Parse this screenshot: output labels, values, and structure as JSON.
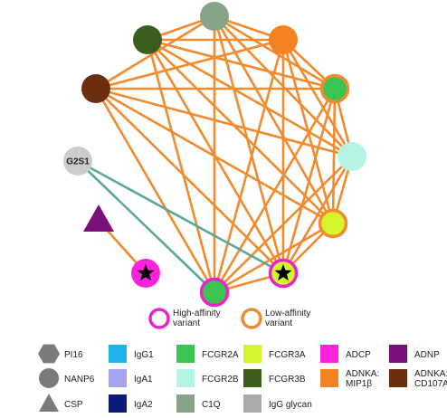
{
  "colors": {
    "edge_orange": "#f28a2e",
    "edge_teal": "#5aa79b",
    "high_affinity_ring": "#ee22cc",
    "low_affinity_ring": "#f28a2e",
    "shape_gray": "#7a7a7a"
  },
  "nodes": [
    {
      "id": "c1q",
      "type": "C1Q",
      "color": "#86a586"
    },
    {
      "id": "fcgr3b",
      "type": "FCGR3B",
      "color": "#3b5e1f"
    },
    {
      "id": "adnp_top",
      "type": "ADNKA: MIP1β",
      "color": "#f58220"
    },
    {
      "id": "adnka_cd107a",
      "type": "ADNKA: CD107A",
      "color": "#6b2e0f"
    },
    {
      "id": "fcgr2a_right",
      "type": "FCGR2A",
      "color": "#3cc452",
      "ring": "low"
    },
    {
      "id": "g2s1",
      "type": "IgG glycan",
      "color": "#cccccc",
      "label": "G2S1"
    },
    {
      "id": "fcgr2b",
      "type": "FCGR2B",
      "color": "#b6f5e6"
    },
    {
      "id": "adnp_tri",
      "type": "ADNP",
      "color": "#7a117a",
      "shape": "triangle"
    },
    {
      "id": "fcgr3a_right",
      "type": "FCGR3A",
      "color": "#d4f42e",
      "ring": "low"
    },
    {
      "id": "adcp_star",
      "type": "ADCP",
      "color": "#ff22dd",
      "star": true
    },
    {
      "id": "fcgr2a_bottom",
      "type": "FCGR2A",
      "color": "#3cc452",
      "ring": "high"
    },
    {
      "id": "fcgr3a_star",
      "type": "FCGR3A",
      "color": "#d4f42e",
      "ring": "high",
      "star": true
    }
  ],
  "edges_orange": [
    [
      "c1q",
      "fcgr3b"
    ],
    [
      "c1q",
      "adnp_top"
    ],
    [
      "c1q",
      "adnka_cd107a"
    ],
    [
      "c1q",
      "fcgr2a_right"
    ],
    [
      "c1q",
      "fcgr2b"
    ],
    [
      "c1q",
      "fcgr3a_right"
    ],
    [
      "c1q",
      "fcgr2a_bottom"
    ],
    [
      "c1q",
      "fcgr3a_star"
    ],
    [
      "fcgr3b",
      "adnp_top"
    ],
    [
      "fcgr3b",
      "fcgr2a_right"
    ],
    [
      "fcgr3b",
      "fcgr2b"
    ],
    [
      "fcgr3b",
      "fcgr3a_right"
    ],
    [
      "fcgr3b",
      "fcgr2a_bottom"
    ],
    [
      "fcgr3b",
      "fcgr3a_star"
    ],
    [
      "adnp_top",
      "adnka_cd107a"
    ],
    [
      "adnp_top",
      "fcgr2a_right"
    ],
    [
      "adnp_top",
      "fcgr2b"
    ],
    [
      "adnp_top",
      "fcgr3a_right"
    ],
    [
      "adnp_top",
      "fcgr2a_bottom"
    ],
    [
      "adnp_top",
      "fcgr3a_star"
    ],
    [
      "adnka_cd107a",
      "fcgr2a_right"
    ],
    [
      "adnka_cd107a",
      "fcgr2b"
    ],
    [
      "adnka_cd107a",
      "fcgr3a_right"
    ],
    [
      "adnka_cd107a",
      "fcgr2a_bottom"
    ],
    [
      "adnka_cd107a",
      "fcgr3a_star"
    ],
    [
      "fcgr2a_right",
      "fcgr2b"
    ],
    [
      "fcgr2a_right",
      "fcgr3a_right"
    ],
    [
      "fcgr2a_right",
      "fcgr2a_bottom"
    ],
    [
      "fcgr2a_right",
      "fcgr3a_star"
    ],
    [
      "fcgr2b",
      "fcgr3a_right"
    ],
    [
      "fcgr2b",
      "fcgr2a_bottom"
    ],
    [
      "fcgr2b",
      "fcgr3a_star"
    ],
    [
      "fcgr3a_right",
      "fcgr2a_bottom"
    ],
    [
      "fcgr3a_right",
      "fcgr3a_star"
    ],
    [
      "fcgr2a_bottom",
      "fcgr3a_star"
    ],
    [
      "adnp_tri",
      "adcp_star"
    ]
  ],
  "edges_teal": [
    [
      "g2s1",
      "fcgr2a_bottom"
    ],
    [
      "g2s1",
      "fcgr3a_star"
    ]
  ],
  "variant_legend": [
    {
      "label_lines": [
        "High-affinity",
        "variant"
      ],
      "ring": "high"
    },
    {
      "label_lines": [
        "Low-affinity",
        "variant"
      ],
      "ring": "low"
    }
  ],
  "shape_legend": [
    {
      "shape": "hexagon",
      "label": "PI16"
    },
    {
      "shape": "circle",
      "label": "NANP6"
    },
    {
      "shape": "triangle",
      "label": "CSP"
    }
  ],
  "color_legend": [
    {
      "label_lines": [
        "IgG1"
      ],
      "color": "#1db3ea",
      "col": 0,
      "row": 0
    },
    {
      "label_lines": [
        "IgA1"
      ],
      "color": "#a3a3ee",
      "col": 0,
      "row": 1
    },
    {
      "label_lines": [
        "IgA2"
      ],
      "color": "#0e1a78",
      "col": 0,
      "row": 2
    },
    {
      "label_lines": [
        "FCGR2A"
      ],
      "color": "#3cc452",
      "col": 1,
      "row": 0
    },
    {
      "label_lines": [
        "FCGR2B"
      ],
      "color": "#b6f5e6",
      "col": 1,
      "row": 1
    },
    {
      "label_lines": [
        "C1Q"
      ],
      "color": "#86a586",
      "col": 1,
      "row": 2
    },
    {
      "label_lines": [
        "FCGR3A"
      ],
      "color": "#d4f42e",
      "col": 2,
      "row": 0
    },
    {
      "label_lines": [
        "FCGR3B"
      ],
      "color": "#3b5e1f",
      "col": 2,
      "row": 1
    },
    {
      "label_lines": [
        "IgG glycan"
      ],
      "color": "#aaaaaa",
      "col": 2,
      "row": 2
    },
    {
      "label_lines": [
        "ADCP"
      ],
      "color": "#ff22dd",
      "col": 3,
      "row": 0
    },
    {
      "label_lines": [
        "ADNKA:",
        "MIP1β"
      ],
      "color": "#f58220",
      "col": 3,
      "row": 1
    },
    {
      "label_lines": [
        "ADNP"
      ],
      "color": "#7a117a",
      "col": 4,
      "row": 0
    },
    {
      "label_lines": [
        "ADNKA:",
        "CD107A"
      ],
      "color": "#6b2e0f",
      "col": 4,
      "row": 1
    }
  ]
}
